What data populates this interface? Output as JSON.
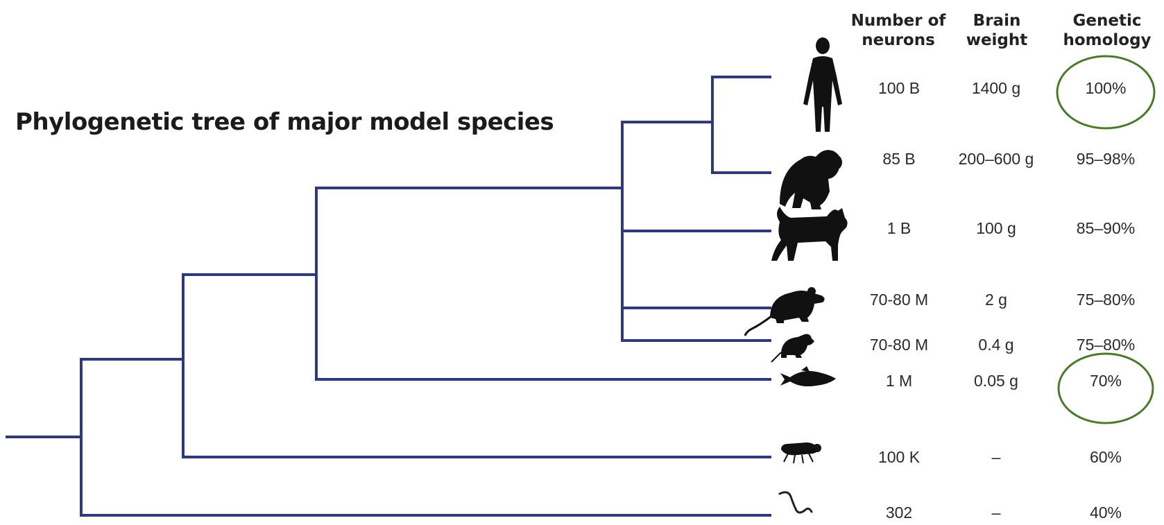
{
  "title": "Phylogenetic tree of major model species",
  "headers": {
    "neurons_line1": "Number of",
    "neurons_line2": "neurons",
    "brain_line1": "Brain",
    "brain_line2": "weight",
    "homology_line1": "Genetic",
    "homology_line2": "homology"
  },
  "rows": [
    {
      "icon": "human-icon",
      "neurons": "100 B",
      "brain": "1400 g",
      "homology": "100%"
    },
    {
      "icon": "monkey-icon",
      "neurons": "85 B",
      "brain": "200–600 g",
      "homology": "95–98%"
    },
    {
      "icon": "dog-icon",
      "neurons": "1 B",
      "brain": "100 g",
      "homology": "85–90%"
    },
    {
      "icon": "rat-icon",
      "neurons": "70-80 M",
      "brain": "2 g",
      "homology": "75–80%"
    },
    {
      "icon": "mouse-icon",
      "neurons": "70-80 M",
      "brain": "0.4 g",
      "homology": "75–80%"
    },
    {
      "icon": "zebrafish-icon",
      "neurons": "1 M",
      "brain": "0.05 g",
      "homology": "70%"
    },
    {
      "icon": "fruit-fly-icon",
      "neurons": "100 K",
      "brain": "–",
      "homology": "60%"
    },
    {
      "icon": "c-elegans-icon",
      "neurons": "302",
      "brain": "–",
      "homology": "40%"
    }
  ],
  "colors": {
    "tree": "#2f3a7a",
    "highlight": "#4b7a2a",
    "silhouette": "#111111"
  }
}
